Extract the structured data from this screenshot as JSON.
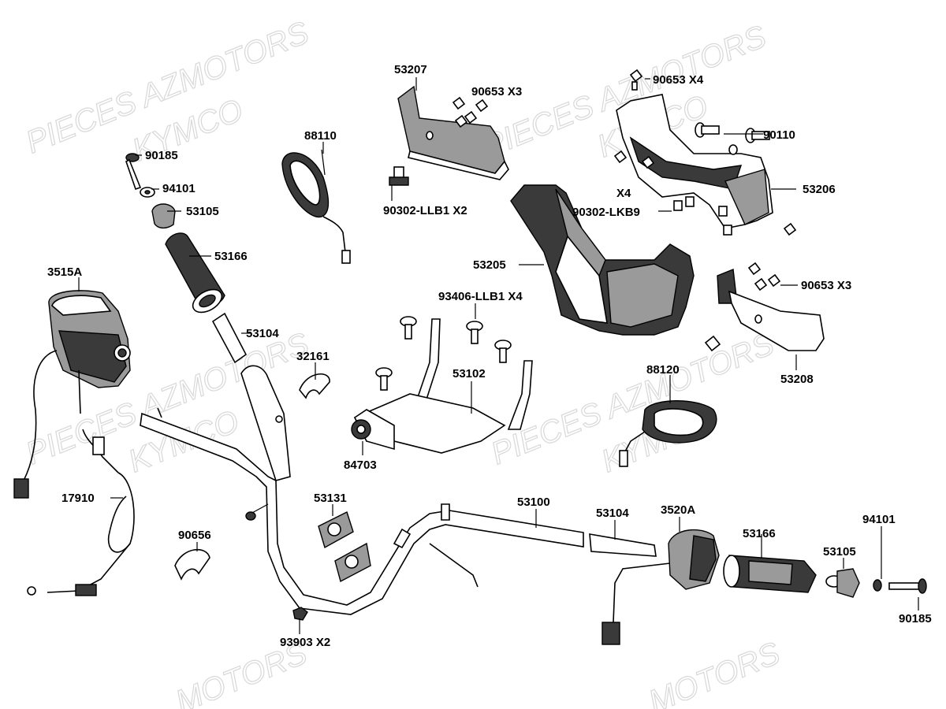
{
  "watermark": {
    "line1": "PIECES AZMOTORS",
    "line2": "KYMCO",
    "tail": "MOTORS"
  },
  "labels": {
    "l53207": "53207",
    "l90653_a": "90653  X3",
    "l90653_b": "90653  X4",
    "l90185_a": "90185",
    "l88110": "88110",
    "l90110": "90110",
    "l94101_a": "94101",
    "l53105_a": "53105",
    "l90302_llb1": "90302-LLB1 X2",
    "x4": "X4",
    "l53206": "53206",
    "l90302_lkb9": "90302-LKB9",
    "l53166_a": "53166",
    "l3515A": "3515A",
    "l53205": "53205",
    "l90653_c": "90653  X3",
    "l93406": "93406-LLB1 X4",
    "l53104_a": "53104",
    "l32161": "32161",
    "l53102": "53102",
    "l53208": "53208",
    "l88120": "88120",
    "l84703": "84703",
    "l17910": "17910",
    "l53131": "53131",
    "l53100": "53100",
    "l53104_b": "53104",
    "l3520A": "3520A",
    "l94101_b": "94101",
    "l53166_b": "53166",
    "l53105_b": "53105",
    "l90656": "90656",
    "l93903": "93903  X2",
    "l90185_b": "90185"
  }
}
